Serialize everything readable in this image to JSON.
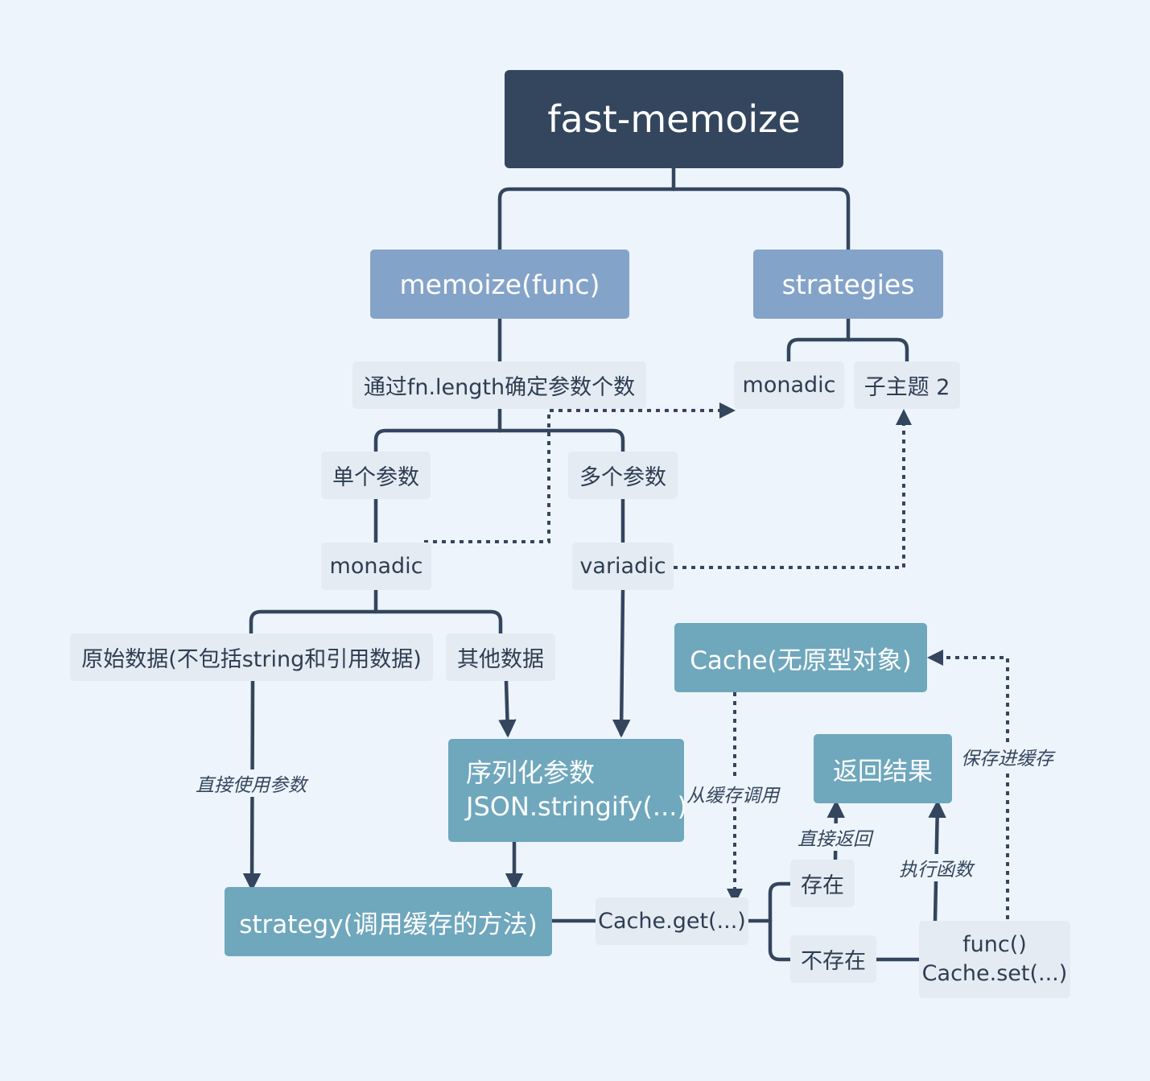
{
  "nodes": {
    "root": "fast-memoize",
    "memoize": "memoize(func)",
    "strategies": "strategies",
    "fnlength": "通过fn.length确定参数个数",
    "strat_monadic": "monadic",
    "subtopic2": "子主题 2",
    "single": "单个参数",
    "multi": "多个参数",
    "monadic": "monadic",
    "variadic": "variadic",
    "primitive": "原始数据(不包括string和引用数据)",
    "other": "其他数据",
    "cache": "Cache(无原型对象)",
    "return_result": "返回结果",
    "serialize_line1": "序列化参数",
    "serialize_line2": "JSON.stringify(...)",
    "strategy": "strategy(调用缓存的方法)",
    "cache_get": "Cache.get(...)",
    "exists": "存在",
    "not_exists": "不存在",
    "func_line1": "func()",
    "func_line2": "Cache.set(...)"
  },
  "labels": {
    "direct_use": "直接使用参数",
    "from_cache": "从缓存调用",
    "save_cache": "保存进缓存",
    "direct_return": "直接返回",
    "execute": "执行函数"
  },
  "colors": {
    "background": "#edf4fb",
    "root": "#34465e",
    "main": "#84a3c9",
    "subtopic": "#e4ebf3",
    "teal": "#6fa7bd",
    "line": "#34465e"
  }
}
